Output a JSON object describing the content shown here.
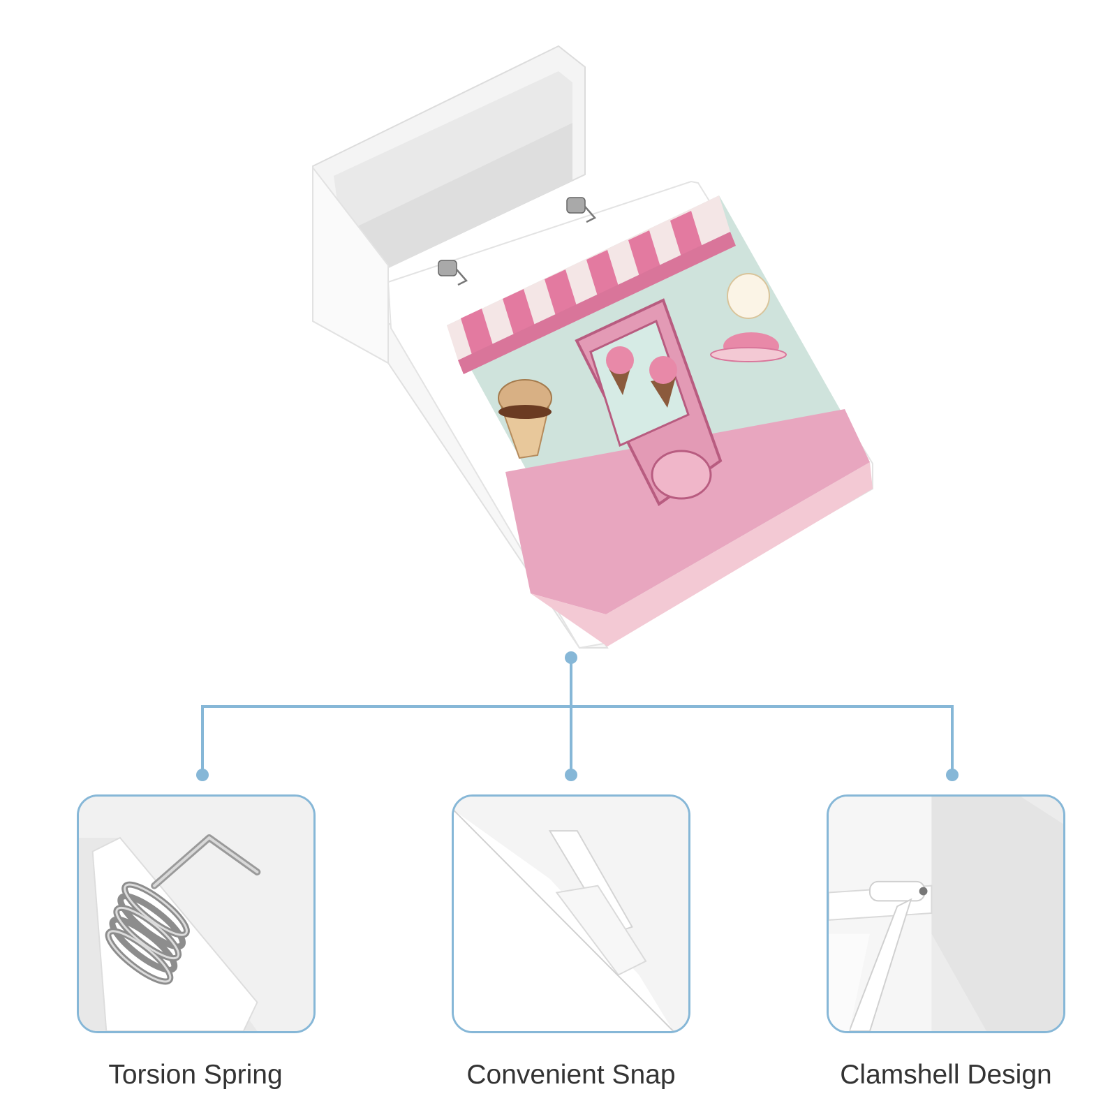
{
  "colors": {
    "connector": "#86b7d7",
    "panel_bg": "#f1f1f1",
    "box_white": "#ffffff",
    "pink": "#e8a6bf",
    "pink_dark": "#c36d8f",
    "mint": "#cfe3dc"
  },
  "product": {
    "icon": "clamshell-box-illustration"
  },
  "features": [
    {
      "label": "Torsion Spring",
      "icon": "torsion-spring-icon"
    },
    {
      "label": "Convenient Snap",
      "icon": "snap-icon"
    },
    {
      "label": "Clamshell Design",
      "icon": "clamshell-hinge-icon"
    }
  ]
}
